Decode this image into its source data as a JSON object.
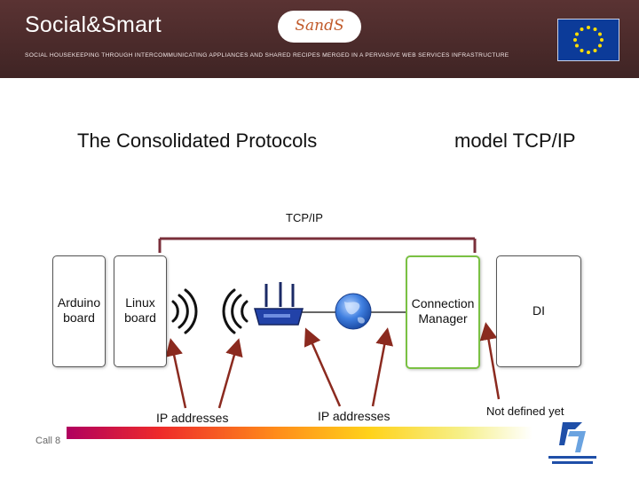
{
  "header": {
    "brand": "Social&Smart",
    "tagline": "SOCIAL HOUSEKEEPING THROUGH INTERCOMMUNICATING APPLIANCES AND SHARED RECIPES MERGED IN A PERVASIVE WEB SERVICES INFRASTRUCTURE",
    "logo_text": "SandS",
    "eu_flag_icon": "eu-flag-icon"
  },
  "slide": {
    "title_left": "The Consolidated Protocols",
    "title_right": "model TCP/IP",
    "tcpip_label": "TCP/IP"
  },
  "diagram": {
    "arduino": "Arduino board",
    "linux": "Linux board",
    "connection_manager": "Connection Manager",
    "di": "DI",
    "router_icon": "wifi-router-icon",
    "globe_icon": "internet-globe-icon",
    "wireless_icon": "wireless-signal-icon"
  },
  "annotations": {
    "ip_addresses_1": "IP addresses",
    "ip_addresses_2": "IP addresses",
    "not_defined": "Not defined yet"
  },
  "footer": {
    "call": "Call 8",
    "fp7_logo": "fp7-logo"
  },
  "colors": {
    "header_bg": "#4b2b2b",
    "highlight_green": "#7ac143",
    "bracket": "#7a2f3a",
    "arrow": "#8b2a1f"
  }
}
